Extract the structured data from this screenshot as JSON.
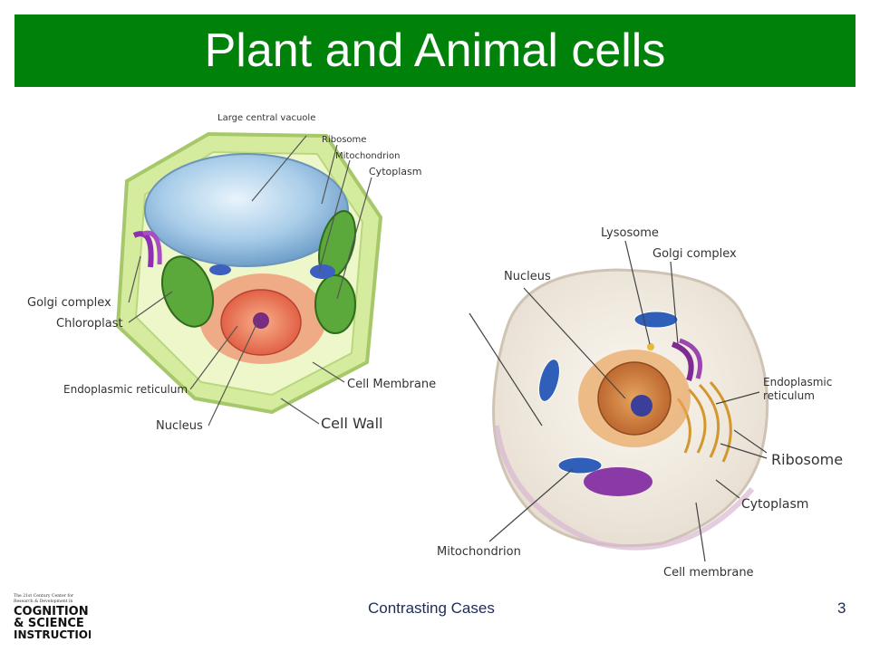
{
  "slide": {
    "title": "Plant and Animal cells",
    "footer": "Contrasting Cases",
    "page_number": "3"
  },
  "plant_cell": {
    "labels": {
      "vacuole": "Large central vacuole",
      "ribosome": "Ribosome",
      "mitochondrion": "Mitochondrion",
      "cytoplasm": "Cytoplasm",
      "golgi": "Golgi complex",
      "chloroplast": "Chloroplast",
      "er": "Endoplasmic reticulum",
      "membrane": "Cell Membrane",
      "nucleus": "Nucleus",
      "wall": "Cell Wall"
    }
  },
  "animal_cell": {
    "labels": {
      "lysosome": "Lysosome",
      "golgi": "Golgi complex",
      "nucleus": "Nucleus",
      "er_line1": "Endoplasmic",
      "er_line2": "reticulum",
      "ribosome": "Ribosome",
      "cytoplasm": "Cytoplasm",
      "mitochondrion": "Mitochondrion",
      "membrane": "Cell membrane"
    }
  },
  "logo": {
    "line1": "The 21st Century Center for",
    "line2": "Research & Development in",
    "line3": "COGNITION",
    "line4": "& SCIENCE",
    "line5": "INSTRUCTION"
  },
  "colors": {
    "title_bar": "#00810a",
    "plant_wall": "#cfe89a",
    "vacuole": "#9fc6e6",
    "nucleus": "#e9735a",
    "chloroplast": "#5fae3a",
    "golgi": "#9b3fb8",
    "animal_body": "#f3eee6",
    "animal_nucleus": "#d98a3a"
  }
}
